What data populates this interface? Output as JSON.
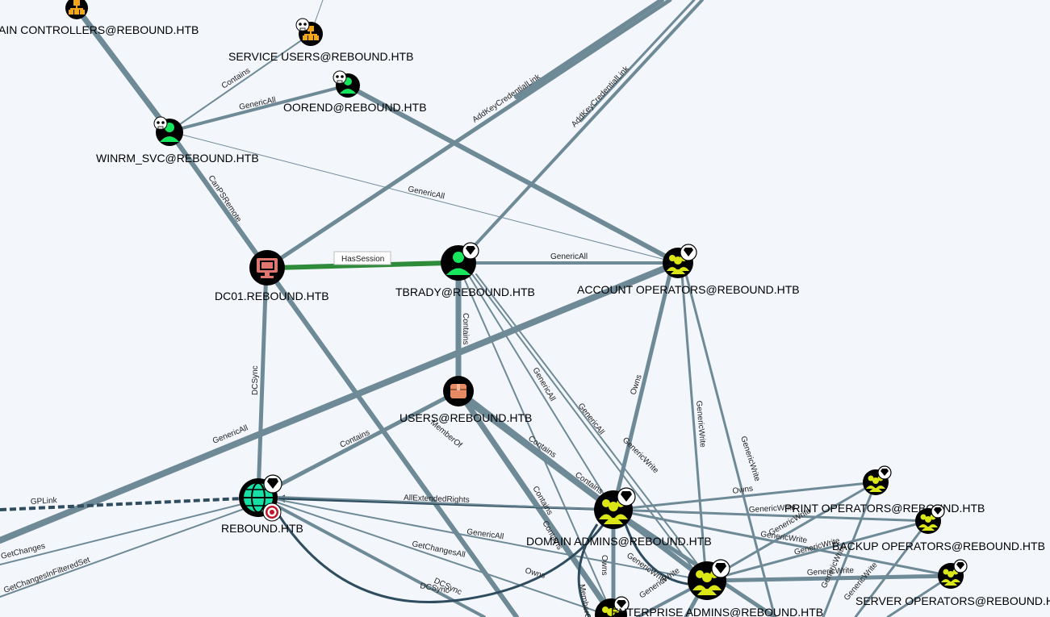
{
  "nodes": {
    "domain_controllers": {
      "label": "AIN CONTROLLERS@REBOUND.HTB",
      "type": "group",
      "color": "#f2a516"
    },
    "service_users": {
      "label": "SERVICE USERS@REBOUND.HTB",
      "type": "group",
      "color": "#f2a516"
    },
    "oorend": {
      "label": "OOREND@REBOUND.HTB",
      "type": "user",
      "color": "#17e55d"
    },
    "winrm_svc": {
      "label": "WINRM_SVC@REBOUND.HTB",
      "type": "user",
      "color": "#17e55d"
    },
    "dc01": {
      "label": "DC01.REBOUND.HTB",
      "type": "computer",
      "color": "#e0776f"
    },
    "tbrady": {
      "label": "TBRADY@REBOUND.HTB",
      "type": "user",
      "color": "#17e55d"
    },
    "account_operators": {
      "label": "ACCOUNT OPERATORS@REBOUND.HTB",
      "type": "group",
      "color": "#dbe617"
    },
    "users": {
      "label": "USERS@REBOUND.HTB",
      "type": "container",
      "color": "#e88a64"
    },
    "rebound": {
      "label": "REBOUND.HTB",
      "type": "domain",
      "color": "#17e0a6"
    },
    "domain_admins": {
      "label": "DOMAIN ADMINS@REBOUND.HTB",
      "type": "group",
      "color": "#dbe617"
    },
    "print_operators": {
      "label": "PRINT OPERATORS@REBOUND.HTB",
      "type": "group",
      "color": "#dbe617"
    },
    "backup_operators": {
      "label": "BACKUP OPERATORS@REBOUND.HTB",
      "type": "group",
      "color": "#dbe617"
    },
    "server_operators": {
      "label": "SERVER OPERATORS@REBOUND.HTB",
      "type": "group",
      "color": "#dbe617"
    },
    "enterprise_admins": {
      "label": "ENTERPRISE ADMINS@REBOUND.HTB",
      "type": "group",
      "color": "#dbe617"
    }
  },
  "edges": {
    "contains": "Contains",
    "genericall": "GenericAll",
    "canpsremote": "CanPSRemote",
    "addkeycredentiallink": "AddKeyCredentialLink",
    "hassession": "HasSession",
    "dcsync": "DCSync",
    "memberof": "MemberOf",
    "owns": "Owns",
    "genericwrite": "GenericWrite",
    "allextendedrights": "AllExtendedRights",
    "gplink": "GPLink",
    "getchanges": "GetChanges",
    "getchangesinfilteredset": "GetChangesInFilteredSet",
    "getchangesall": "GetChangesAll"
  },
  "colors": {
    "background": "#f3f6fb",
    "edge": "#6f8a97",
    "edge_dark": "#2f4d5e",
    "session_edge": "#2e8b3a"
  }
}
